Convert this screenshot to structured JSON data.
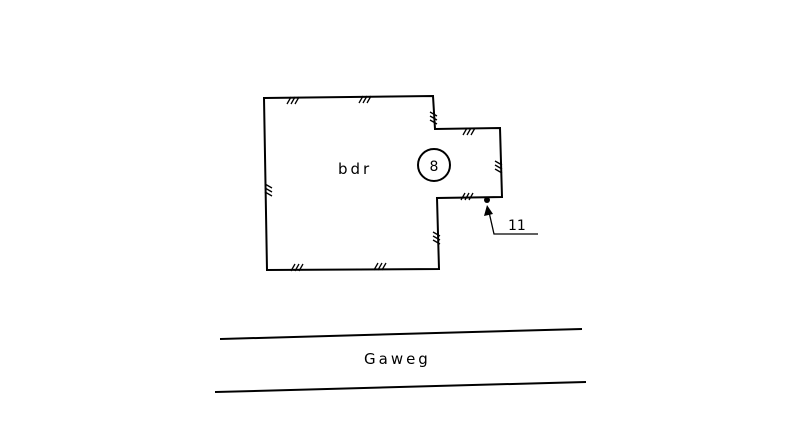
{
  "room_label": "bdr",
  "house_number": "8",
  "reference_number": "11",
  "street_name": "Gaweg"
}
